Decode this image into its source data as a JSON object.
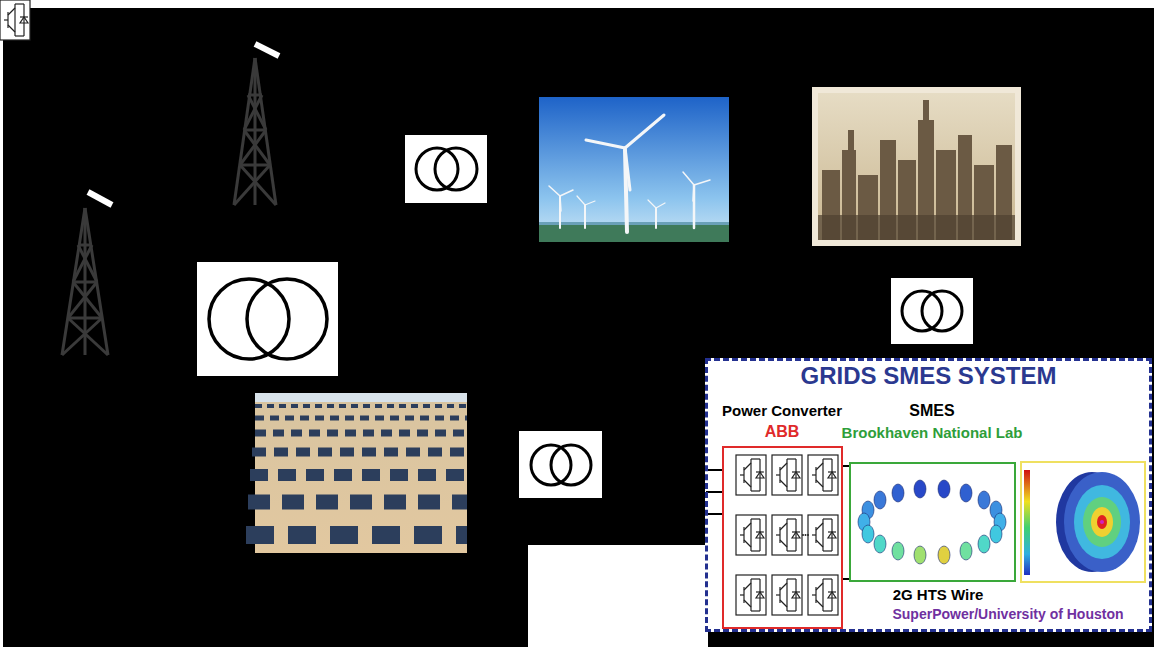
{
  "diagram": {
    "nodes": [
      {
        "text": [
          "GRIDS SMES SYSTEM"
        ]
      },
      {
        "text": [
          "Power Converter",
          "ABB"
        ],
        "in": 0
      },
      {
        "text": [
          "SMES",
          "Brookhaven National Lab"
        ],
        "in": 0
      },
      {
        "text": [
          "2G HTS Wire",
          "SuperPower/University of Houston"
        ],
        "in": 0
      }
    ],
    "edges": [
      {
        "from": 1,
        "to": 2,
        "arrow": "none"
      }
    ]
  }
}
